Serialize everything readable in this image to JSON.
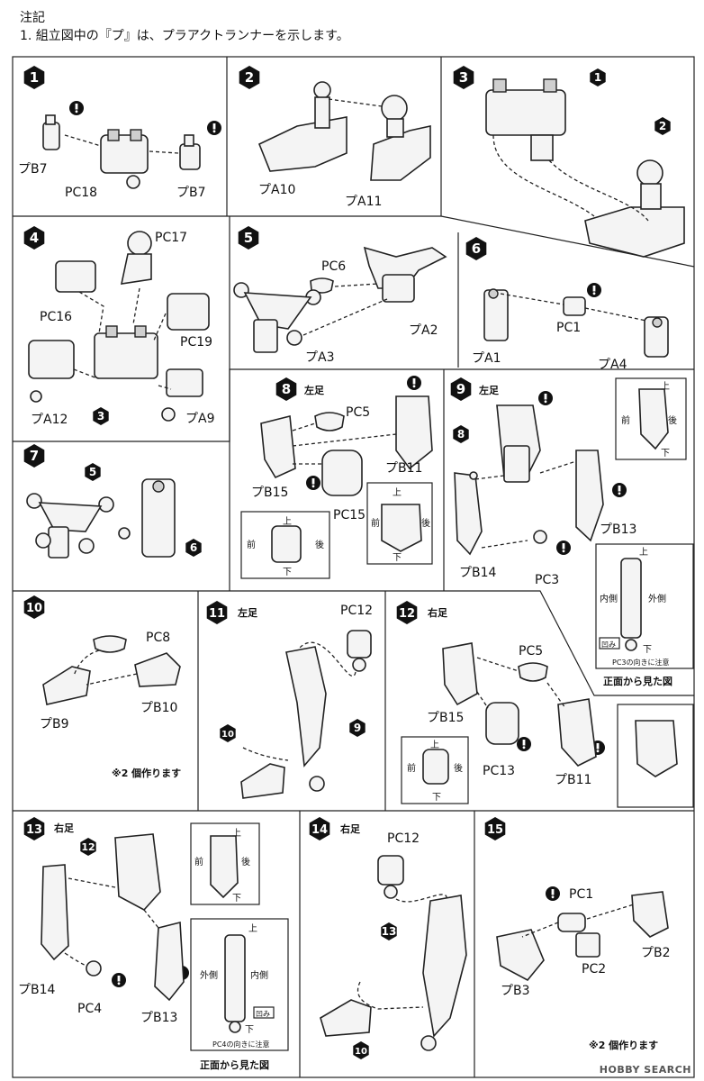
{
  "header": {
    "title": "注記",
    "note": "1. 組立図中の『プ』は、プラアクトランナーを示します。"
  },
  "steps": [
    {
      "num": "1",
      "labels": [
        "プB7",
        "PC18",
        "プB7"
      ]
    },
    {
      "num": "2",
      "labels": [
        "プA10",
        "プA11"
      ]
    },
    {
      "num": "3",
      "refs": [
        "1",
        "2"
      ]
    },
    {
      "num": "4",
      "labels": [
        "PC17",
        "PC16",
        "PC19",
        "プA12",
        "プA9"
      ],
      "refs": [
        "3"
      ]
    },
    {
      "num": "5",
      "labels": [
        "PC6",
        "プA2",
        "プA3"
      ]
    },
    {
      "num": "6",
      "labels": [
        "PC1",
        "プA1",
        "プA4"
      ]
    },
    {
      "num": "7",
      "refs": [
        "5",
        "6"
      ]
    },
    {
      "num": "8",
      "side": "左足",
      "labels": [
        "PC5",
        "プB15",
        "PC15",
        "プB11"
      ],
      "orient": [
        "上",
        "前",
        "後",
        "下"
      ]
    },
    {
      "num": "9",
      "side": "左足",
      "labels": [
        "プB13",
        "プB14",
        "PC3"
      ],
      "refs": [
        "8"
      ],
      "orient": [
        "上",
        "前",
        "後",
        "下"
      ],
      "front": {
        "top": "上",
        "inner": "内側",
        "outer": "外側",
        "bottom": "下",
        "dent": "凹み",
        "caution": "PC3の向きに注意",
        "caption": "正面から見た図"
      }
    },
    {
      "num": "10",
      "labels": [
        "PC8",
        "プB9",
        "プB10"
      ],
      "note": "※2 個作ります"
    },
    {
      "num": "11",
      "side": "左足",
      "labels": [
        "PC12"
      ],
      "refs": [
        "9",
        "10"
      ]
    },
    {
      "num": "12",
      "side": "右足",
      "labels": [
        "PC5",
        "プB15",
        "PC13",
        "プB11"
      ],
      "orient": [
        "上",
        "前",
        "後",
        "下"
      ]
    },
    {
      "num": "13",
      "side": "右足",
      "labels": [
        "プB14",
        "PC4",
        "プB13"
      ],
      "refs": [
        "12"
      ],
      "orient": [
        "上",
        "前",
        "後",
        "下"
      ],
      "front": {
        "top": "上",
        "inner": "内側",
        "outer": "外側",
        "bottom": "下",
        "dent": "凹み",
        "caution": "PC4の向きに注意",
        "caption": "正面から見た図"
      }
    },
    {
      "num": "14",
      "side": "右足",
      "labels": [
        "PC12"
      ],
      "refs": [
        "13",
        "10"
      ]
    },
    {
      "num": "15",
      "labels": [
        "PC1",
        "プB2",
        "PC2",
        "プB3"
      ],
      "note": "※2 個作ります"
    }
  ],
  "watermark": "HOBBY SEARCH"
}
